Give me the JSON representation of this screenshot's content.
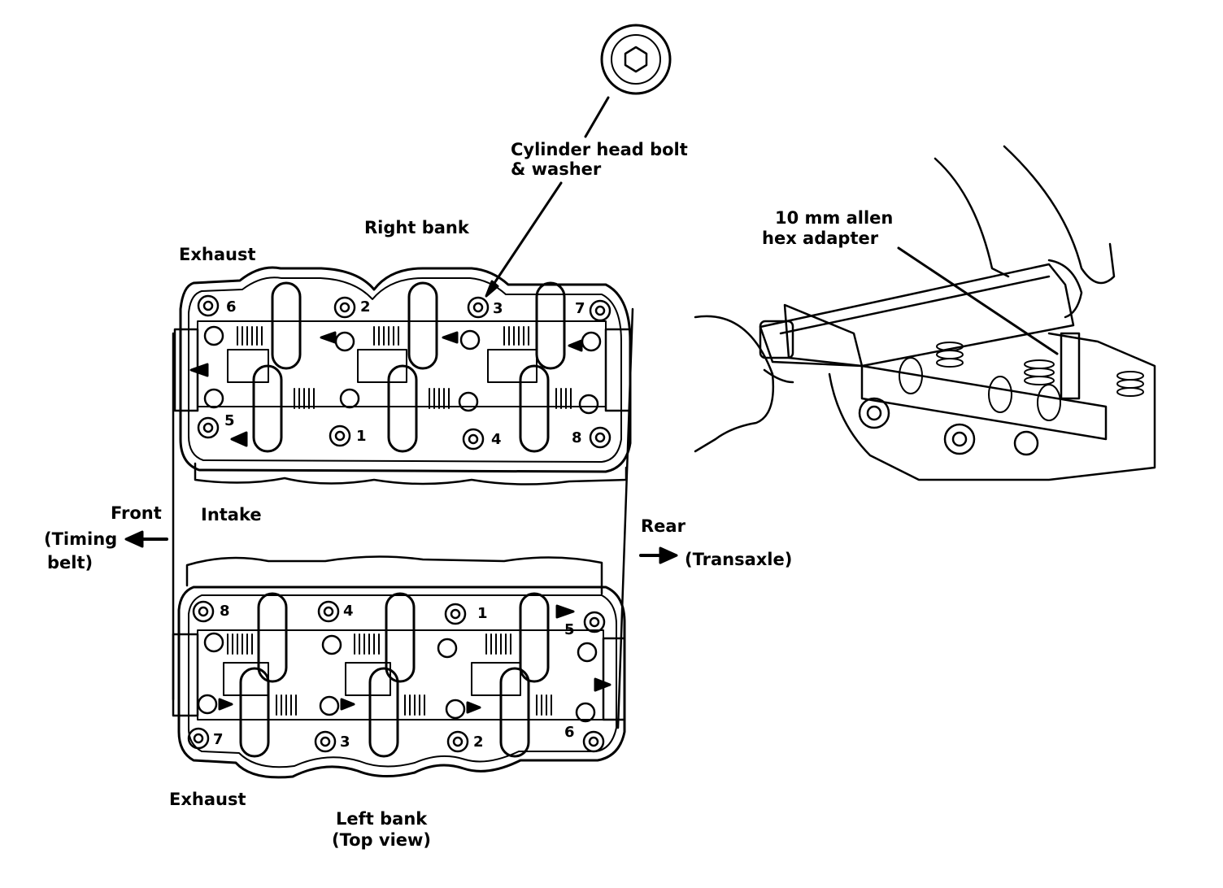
{
  "labels": {
    "bolt_title_1": "Cylinder head bolt",
    "bolt_title_2": "& washer",
    "right_bank": "Right bank",
    "exhaust_top": "Exhaust",
    "intake": "Intake",
    "front": "Front",
    "timing_1": "(Timing",
    "timing_2": "belt)",
    "rear": "Rear",
    "transaxle": "(Transaxle)",
    "exhaust_bottom": "Exhaust",
    "left_bank": "Left bank",
    "top_view": "(Top view)",
    "adapter_1": "10 mm allen",
    "adapter_2": "hex adapter"
  },
  "right_bank_bolts": {
    "top_row": [
      "6",
      "2",
      "3",
      "7"
    ],
    "bottom_row": [
      "5",
      "1",
      "4",
      "8"
    ]
  },
  "left_bank_bolts": {
    "top_row": [
      "8",
      "4",
      "1",
      "5"
    ],
    "bottom_row": [
      "7",
      "3",
      "2",
      "6"
    ]
  },
  "icons": {
    "front_arrow": "arrow-left-icon",
    "rear_arrow": "arrow-right-icon",
    "bolt_detail": "hex-bolt-icon"
  }
}
